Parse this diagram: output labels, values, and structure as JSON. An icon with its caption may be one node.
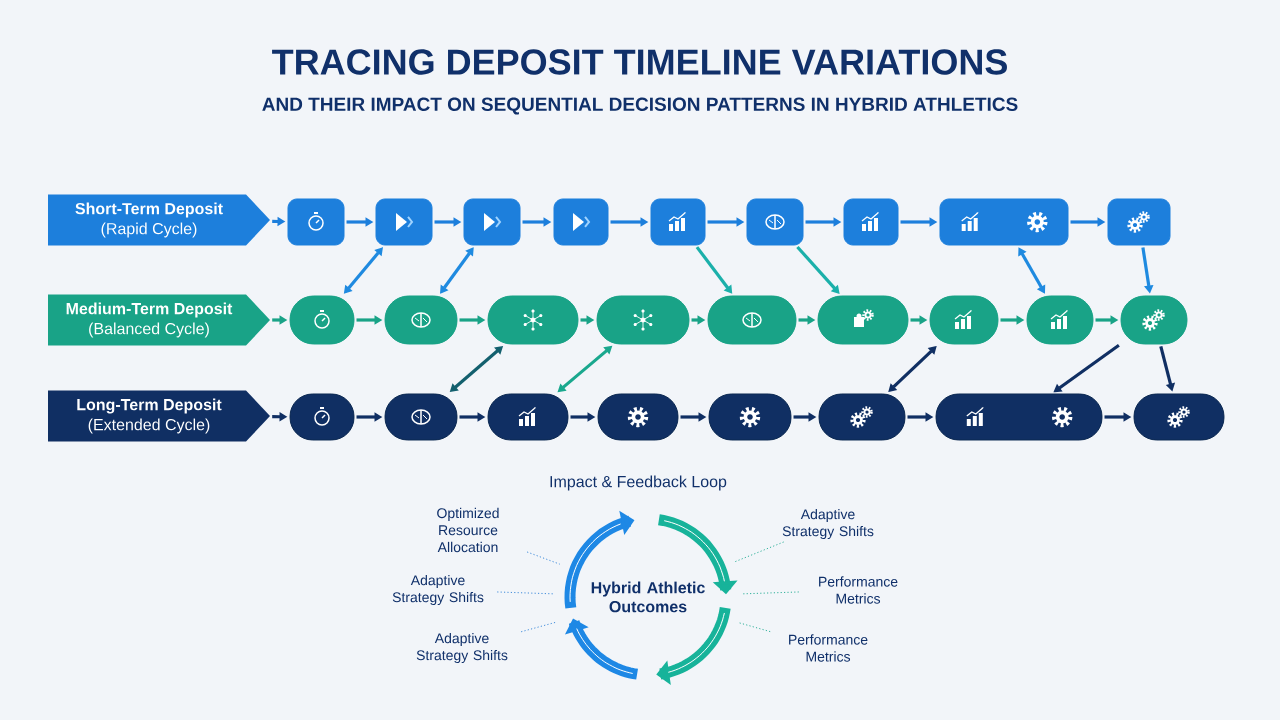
{
  "diagram": {
    "title": "TRACING DEPOSIT TIMELINE VARIATIONS",
    "nodes": [
      {
        "text": [
          "Short-Term Deposit",
          "(Rapid Cycle)"
        ]
      },
      {
        "text": [
          "Medium-Term Deposit",
          "(Balanced Cycle)"
        ]
      },
      {
        "text": [
          "Long-Term Deposit",
          "(Extended Cycle)"
        ]
      },
      {
        "text": [],
        "shape": "box"
      },
      {
        "text": [],
        "shape": "box"
      },
      {
        "text": [],
        "shape": "box"
      },
      {
        "text": [],
        "shape": "box"
      },
      {
        "text": [],
        "shape": "box"
      },
      {
        "text": [],
        "shape": "box"
      },
      {
        "text": [],
        "shape": "box"
      },
      {
        "text": [],
        "shape": "box"
      },
      {
        "text": [],
        "shape": "box"
      },
      {
        "text": [],
        "shape": "capsule"
      },
      {
        "text": [],
        "shape": "capsule"
      },
      {
        "text": [],
        "shape": "capsule"
      },
      {
        "text": [],
        "shape": "capsule"
      },
      {
        "text": [],
        "shape": "capsule"
      },
      {
        "text": [],
        "shape": "capsule"
      },
      {
        "text": [],
        "shape": "capsule"
      },
      {
        "text": [],
        "shape": "capsule"
      },
      {
        "text": [],
        "shape": "capsule"
      },
      {
        "text": [],
        "shape": "capsule"
      },
      {
        "text": [],
        "shape": "capsule"
      },
      {
        "text": [],
        "shape": "capsule"
      },
      {
        "text": [],
        "shape": "capsule"
      },
      {
        "text": [],
        "shape": "capsule"
      },
      {
        "text": [],
        "shape": "capsule"
      },
      {
        "text": [],
        "shape": "capsule"
      },
      {
        "text": [],
        "shape": "capsule"
      },
      {
        "text": [
          "Hybrid Athletic Outcomes"
        ]
      },
      {
        "text": [
          "Optimized Resource Allocation"
        ]
      },
      {
        "text": [
          "Adaptive Strategy Shifts"
        ]
      },
      {
        "text": [
          "Adaptive Strategy Shifts"
        ]
      },
      {
        "text": [
          "Adaptive Strategy Shifts"
        ]
      },
      {
        "text": [
          "Performance Metrics"
        ]
      },
      {
        "text": [
          "Performance Metrics"
        ]
      }
    ],
    "edges": [
      {
        "from": 0,
        "to": 3,
        "arrow": "to",
        "color": "#1d7fdc"
      },
      {
        "from": 3,
        "to": 4,
        "arrow": "to",
        "color": "#1d7fdc"
      },
      {
        "from": 4,
        "to": 5,
        "arrow": "to",
        "color": "#1d7fdc"
      },
      {
        "from": 5,
        "to": 6,
        "arrow": "to",
        "color": "#1d7fdc"
      },
      {
        "from": 6,
        "to": 7,
        "arrow": "to",
        "color": "#1d7fdc"
      },
      {
        "from": 7,
        "to": 8,
        "arrow": "to",
        "color": "#1d7fdc"
      },
      {
        "from": 8,
        "to": 9,
        "arrow": "to",
        "color": "#1d7fdc"
      },
      {
        "from": 9,
        "to": 10,
        "arrow": "to",
        "color": "#1d7fdc"
      },
      {
        "from": 10,
        "to": 11,
        "arrow": "to",
        "color": "#1d7fdc"
      },
      {
        "from": 1,
        "to": 12,
        "arrow": "to",
        "color": "#19a387"
      },
      {
        "from": 12,
        "to": 13,
        "arrow": "to",
        "color": "#19a387"
      },
      {
        "from": 13,
        "to": 14,
        "arrow": "to",
        "color": "#19a387"
      },
      {
        "from": 14,
        "to": 15,
        "arrow": "to",
        "color": "#19a387"
      },
      {
        "from": 15,
        "to": 16,
        "arrow": "to",
        "color": "#19a387"
      },
      {
        "from": 16,
        "to": 17,
        "arrow": "to",
        "color": "#19a387"
      },
      {
        "from": 17,
        "to": 18,
        "arrow": "to",
        "color": "#19a387"
      },
      {
        "from": 18,
        "to": 19,
        "arrow": "to",
        "color": "#19a387"
      },
      {
        "from": 19,
        "to": 20,
        "arrow": "to",
        "color": "#19a387"
      },
      {
        "from": 2,
        "to": 21,
        "arrow": "to",
        "color": "#102f63"
      },
      {
        "from": 21,
        "to": 22,
        "arrow": "to",
        "color": "#102f63"
      },
      {
        "from": 22,
        "to": 23,
        "arrow": "to",
        "color": "#102f63"
      },
      {
        "from": 23,
        "to": 24,
        "arrow": "to",
        "color": "#102f63"
      },
      {
        "from": 24,
        "to": 25,
        "arrow": "to",
        "color": "#102f63"
      },
      {
        "from": 25,
        "to": 26,
        "arrow": "to",
        "color": "#102f63"
      },
      {
        "from": 26,
        "to": 27,
        "arrow": "to",
        "color": "#102f63"
      },
      {
        "from": 27,
        "to": 28,
        "arrow": "to",
        "color": "#102f63"
      },
      {
        "from": 4,
        "to": 12,
        "arrow": "both",
        "color": "#1f8ae0"
      },
      {
        "from": 5,
        "to": 13,
        "arrow": "both",
        "color": "#1f8ae0"
      },
      {
        "from": 7,
        "to": 16,
        "arrow": "to",
        "color": "#1bb0aa"
      },
      {
        "from": 8,
        "to": 17,
        "arrow": "to",
        "color": "#1bb0aa"
      },
      {
        "from": 10,
        "to": 19,
        "arrow": "both",
        "color": "#1f8ae0"
      },
      {
        "from": 11,
        "to": 20,
        "arrow": "to",
        "color": "#1f8ae0"
      },
      {
        "from": 14,
        "to": 22,
        "arrow": "both",
        "color": "#13606e"
      },
      {
        "from": 15,
        "to": 23,
        "arrow": "both",
        "color": "#1aa88e"
      },
      {
        "from": 18,
        "to": 26,
        "arrow": "both",
        "color": "#102f63"
      },
      {
        "from": 20,
        "to": 27,
        "arrow": "to",
        "color": "#102f63"
      },
      {
        "from": 20,
        "to": 28,
        "arrow": "to",
        "color": "#102f63"
      },
      {
        "from": 30,
        "to": 29,
        "arrow": "none",
        "style": "dashed",
        "color": "#2b7fd6"
      },
      {
        "from": 31,
        "to": 29,
        "arrow": "none",
        "style": "dashed",
        "color": "#2b7fd6"
      },
      {
        "from": 32,
        "to": 29,
        "arrow": "none",
        "style": "dashed",
        "color": "#2b7fd6"
      },
      {
        "from": 33,
        "to": 29,
        "arrow": "none",
        "style": "dashed",
        "color": "#1aa88e"
      },
      {
        "from": 34,
        "to": 29,
        "arrow": "none",
        "style": "dashed",
        "color": "#1aa88e"
      },
      {
        "from": 35,
        "to": 29,
        "arrow": "none",
        "style": "dashed",
        "color": "#1aa88e"
      }
    ],
    "labels": [
      "AND THEIR IMPACT ON SEQUENTIAL DECISION PATTERNS IN HYBRID ATHLETICS",
      "Impact & Feedback Loop"
    ]
  }
}
